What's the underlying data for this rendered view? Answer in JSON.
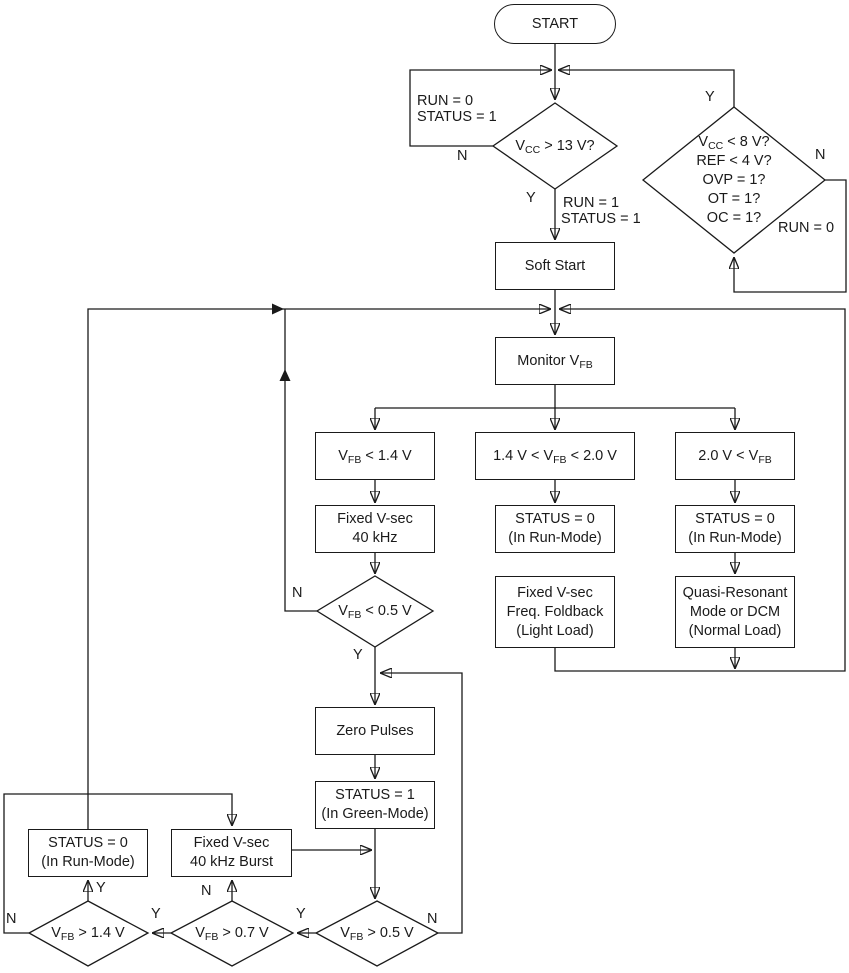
{
  "flowchart": {
    "colors": {
      "line": "#1a1a1a",
      "background": "#ffffff",
      "node_fill": "#ffffff"
    },
    "nodes": {
      "start": {
        "label": "START"
      },
      "check_vcc_13": {
        "pre": "V",
        "sub": "CC",
        "post": " > 13 V?"
      },
      "fault_check": {
        "line1_pre": "V",
        "line1_sub": "CC",
        "line1_post": " < 8 V?",
        "line2": "REF < 4 V?",
        "line3": "OVP = 1?",
        "line4": "OT = 1?",
        "line5": "OC = 1?"
      },
      "soft_start": {
        "label": "Soft Start"
      },
      "monitor_vfb": {
        "pre": "Monitor V",
        "sub": "FB"
      },
      "vfb_below_1v4": {
        "pre": "V",
        "sub": "FB",
        "post": " < 1.4 V"
      },
      "vfb_1v4_to_2v0": {
        "pre": "1.4 V < V",
        "sub": "FB",
        "post": " < 2.0 V"
      },
      "vfb_above_2v0": {
        "pre": "2.0 V < V",
        "sub": "FB"
      },
      "fixed_vsec_40khz": {
        "line1": "Fixed V-sec",
        "line2": "40 kHz"
      },
      "status0_run_mid": {
        "line1": "STATUS = 0",
        "line2": "(In Run-Mode)"
      },
      "status0_run_right": {
        "line1": "STATUS = 0",
        "line2": "(In Run-Mode)"
      },
      "freq_foldback": {
        "line1": "Fixed V-sec",
        "line2": "Freq. Foldback",
        "line3": "(Light Load)"
      },
      "quasi_resonant": {
        "line1": "Quasi-Resonant",
        "line2": "Mode or DCM",
        "line3": "(Normal Load)"
      },
      "check_vfb_lt_0v5": {
        "pre": "V",
        "sub": "FB",
        "post": " < 0.5 V"
      },
      "zero_pulses": {
        "label": "Zero Pulses"
      },
      "status1_green": {
        "line1": "STATUS = 1",
        "line2": "(In Green-Mode)"
      },
      "status0_run_left": {
        "line1": "STATUS = 0",
        "line2": "(In Run-Mode)"
      },
      "burst_40khz": {
        "line1": "Fixed V-sec",
        "line2": "40 kHz Burst"
      },
      "check_vfb_gt_1v4": {
        "pre": "V",
        "sub": "FB",
        "post": " > 1.4 V"
      },
      "check_vfb_gt_0v7": {
        "pre": "V",
        "sub": "FB",
        "post": " > 0.7 V"
      },
      "check_vfb_gt_0v5": {
        "pre": "V",
        "sub": "FB",
        "post": " > 0.5 V"
      }
    },
    "annotations": {
      "wait_run0": "RUN = 0",
      "wait_status1": "STATUS = 1",
      "start_run1": "RUN = 1",
      "start_status1": "STATUS = 1",
      "fault_run0": "RUN = 0",
      "vcc13_n": "N",
      "vcc13_y": "Y",
      "fault_y": "Y",
      "fault_n": "N",
      "vfb05_n": "N",
      "vfb05_y": "Y",
      "b14_n": "N",
      "b14_y": "Y",
      "b07_n": "N",
      "b07_y": "Y",
      "b05_n": "N",
      "b05_y": "Y"
    }
  }
}
